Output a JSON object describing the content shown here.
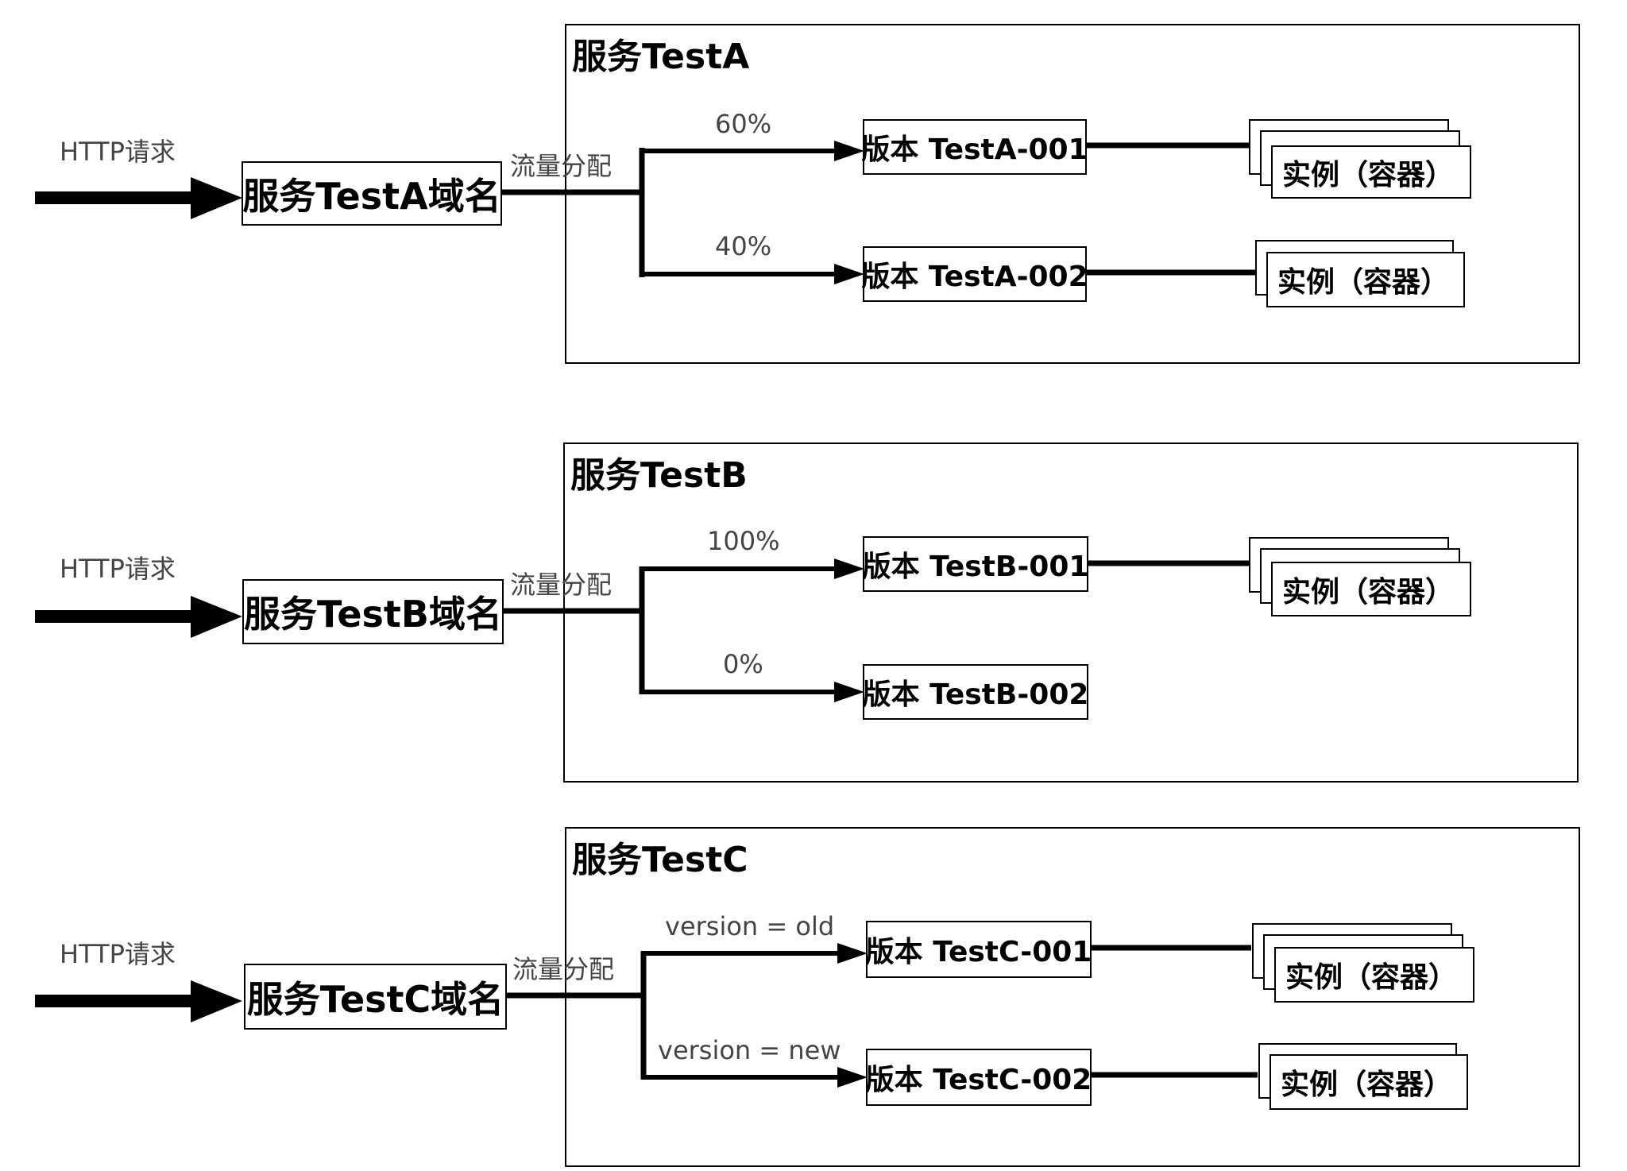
{
  "services": [
    {
      "title": "服务TestA",
      "http_label": "HTTP请求",
      "domain": "服务TestA域名",
      "traffic_label": "流量分配",
      "routes": [
        {
          "label": "60%",
          "version": "版本 TestA-001",
          "instance": "实例（容器）",
          "instance_stack": 3
        },
        {
          "label": "40%",
          "version": "版本 TestA-002",
          "instance": "实例（容器）",
          "instance_stack": 2
        }
      ]
    },
    {
      "title": "服务TestB",
      "http_label": "HTTP请求",
      "domain": "服务TestB域名",
      "traffic_label": "流量分配",
      "routes": [
        {
          "label": "100%",
          "version": "版本 TestB-001",
          "instance": "实例（容器）",
          "instance_stack": 3
        },
        {
          "label": "0%",
          "version": "版本 TestB-002",
          "instance": null,
          "instance_stack": 0
        }
      ]
    },
    {
      "title": "服务TestC",
      "http_label": "HTTP请求",
      "domain": "服务TestC域名",
      "traffic_label": "流量分配",
      "routes": [
        {
          "label": "version = old",
          "version": "版本 TestC-001",
          "instance": "实例（容器）",
          "instance_stack": 3
        },
        {
          "label": "version = new",
          "version": "版本 TestC-002",
          "instance": "实例（容器）",
          "instance_stack": 2
        }
      ]
    }
  ]
}
